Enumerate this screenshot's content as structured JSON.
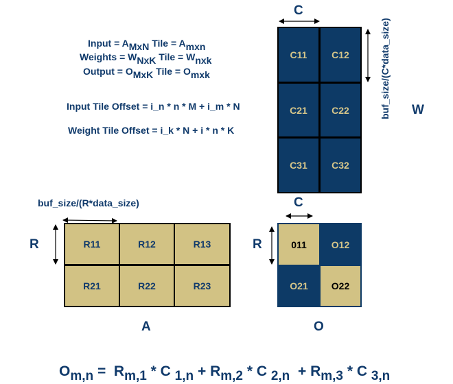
{
  "defs": {
    "input": {
      "pre": "Input = A",
      "sub1": "MxN",
      "mid": " Tile = A",
      "sub2": "mxn"
    },
    "weights": {
      "pre": "Weights = W",
      "sub1": "NxK",
      "mid": "  Tile = W",
      "sub2": "nxk"
    },
    "output": {
      "pre": "Output = O",
      "sub1": "MxK",
      "mid": " Tile = O",
      "sub2": "mxk"
    }
  },
  "offsets": {
    "input": "Input Tile Offset = i_n * n * M + i_m * N",
    "weight": "Weight Tile Offset = i_k * N + i * n * K"
  },
  "w": {
    "col_label": "C",
    "row_dim_label": "buf_size/(C*data_size)",
    "name": "W",
    "cells": [
      "C11",
      "C12",
      "C21",
      "C22",
      "C31",
      "C32"
    ],
    "colors": {
      "fill": "#0d3a66",
      "text": "#d6c68a"
    }
  },
  "a": {
    "col_dim_label": "buf_size/(R*data_size)",
    "row_label": "R",
    "name": "A",
    "cells": [
      "R11",
      "R12",
      "R13",
      "R21",
      "R22",
      "R23"
    ],
    "colors": {
      "fill": "#d2c284",
      "text": "#103a6b"
    }
  },
  "o": {
    "col_label": "C",
    "row_label": "R",
    "name": "O",
    "cells": [
      "011",
      "O12",
      "O21",
      "O22"
    ]
  },
  "formula": {
    "o": "O",
    "o_sub": "m,n",
    "eq": " =  ",
    "t1": "R",
    "t1_sub": "m,1",
    "t1_mid": " * C ",
    "t1_sub2": "1,n",
    "p1": " + ",
    "t2": "R",
    "t2_sub": "m,2",
    "t2_mid": " * C ",
    "t2_sub2": "2,n",
    "p2": "  + ",
    "t3": "R",
    "t3_sub": "m,3",
    "t3_mid": " * C ",
    "t3_sub2": "3,n"
  }
}
